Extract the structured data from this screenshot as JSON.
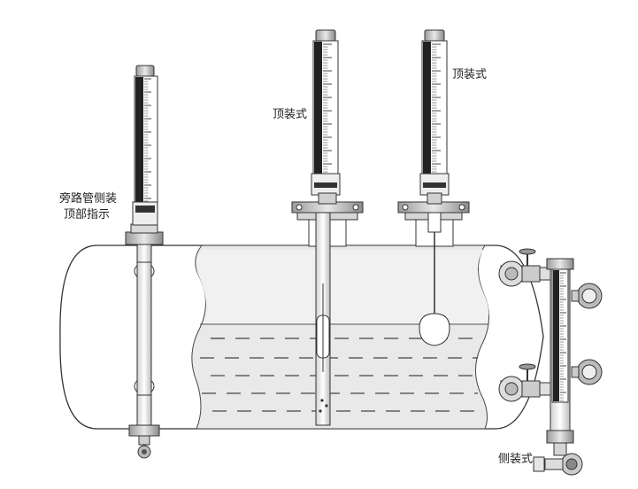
{
  "labels": {
    "bypass_line1": "旁路管侧装",
    "bypass_line2": "顶部指示",
    "top_mount_a": "顶装式",
    "top_mount_b": "顶装式",
    "side_mount": "侧装式"
  },
  "colors": {
    "liquid": "#e3e3e3",
    "tank_fill": "#ffffff",
    "stroke": "#333333",
    "gauge_dark": "#1f1f1f"
  },
  "icons": [
    "globe-valve-icon",
    "float-icon",
    "flange-icon",
    "indicator-scale-icon"
  ]
}
